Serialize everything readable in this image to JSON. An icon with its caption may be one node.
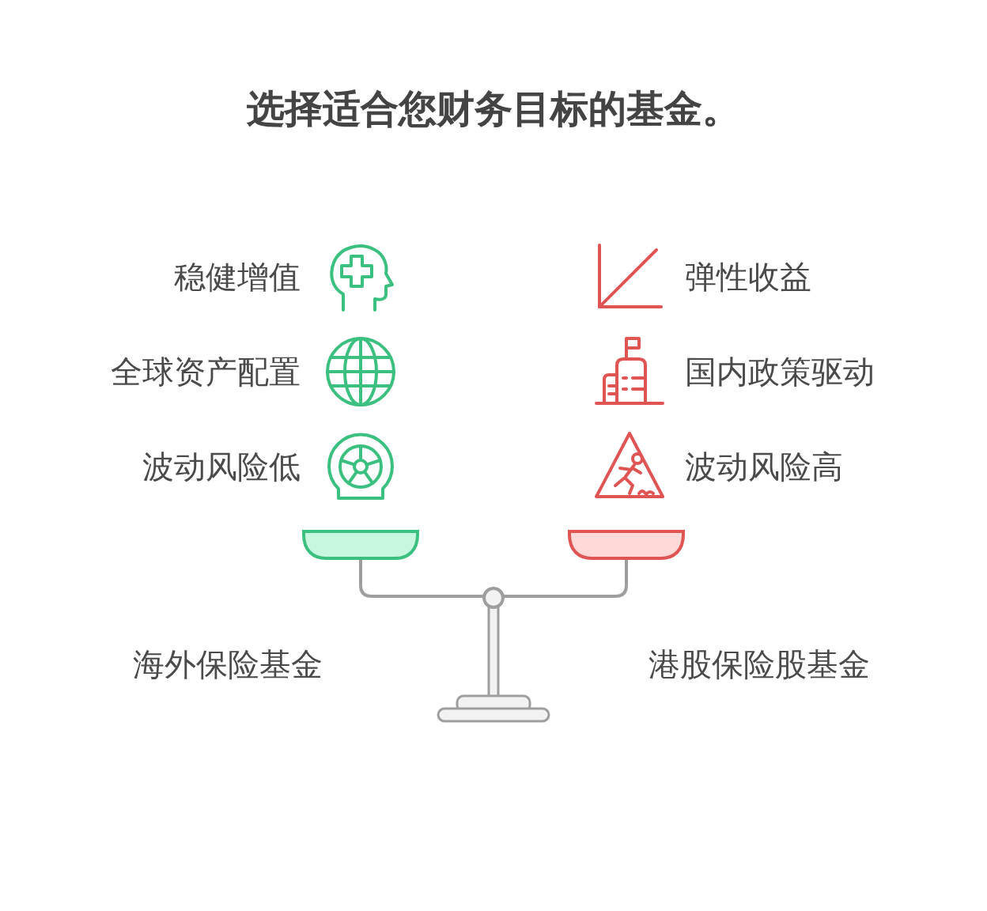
{
  "diagram": {
    "title": "选择适合您财务目标的基金。",
    "labels": [
      "稳健增值",
      "弹性收益",
      "全球资产配置",
      "国内政策驱动",
      "波动风险低",
      "波动风险高",
      "海外保险基金",
      "港股保险股基金"
    ]
  }
}
